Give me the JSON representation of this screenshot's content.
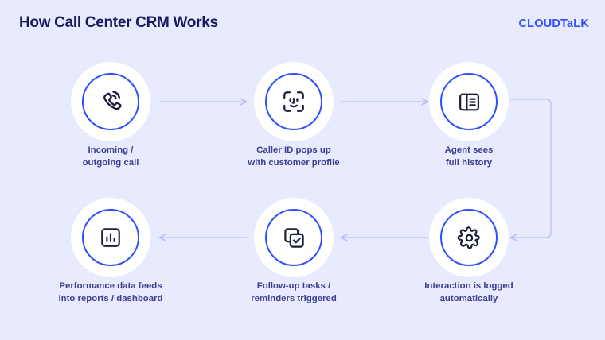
{
  "header": {
    "title": "How Call Center CRM Works",
    "logo_main": "CLOUDT",
    "logo_a": "a",
    "logo_end": "LK",
    "logo_full": "CLOUDTaLK"
  },
  "colors": {
    "background": "#e8eafd",
    "title": "#151b5e",
    "brand_blue": "#2f4fff",
    "icon_navy": "#1b1f3b",
    "caption": "#3a3f93",
    "connector": "#b9c0f2",
    "disc": "#ffffff"
  },
  "diagram": {
    "type": "cycle-flow",
    "direction_top": "left-to-right",
    "direction_bottom": "right-to-left",
    "steps": [
      {
        "index": 1,
        "icon": "phone-call-icon",
        "line1": "Incoming /",
        "line2": "outgoing call"
      },
      {
        "index": 2,
        "icon": "face-id-icon",
        "line1": "Caller ID pops up",
        "line2": "with customer profile"
      },
      {
        "index": 3,
        "icon": "history-book-icon",
        "line1": "Agent sees",
        "line2": "full history"
      },
      {
        "index": 4,
        "icon": "gear-icon",
        "line1": "Interaction is logged",
        "line2": "automatically"
      },
      {
        "index": 5,
        "icon": "task-check-icon",
        "line1": "Follow-up tasks /",
        "line2": "reminders triggered"
      },
      {
        "index": 6,
        "icon": "bar-chart-icon",
        "line1": "Performance data feeds",
        "line2": "into reports / dashboard"
      }
    ],
    "connectors": [
      {
        "name": "arrow-step1-to-step2",
        "shape": "straight",
        "points": "right"
      },
      {
        "name": "arrow-step2-to-step3",
        "shape": "straight",
        "points": "right"
      },
      {
        "name": "arrow-step3-to-step4",
        "shape": "elbow",
        "points": "left"
      },
      {
        "name": "arrow-step4-to-step5",
        "shape": "straight",
        "points": "left"
      },
      {
        "name": "arrow-step5-to-step6",
        "shape": "straight",
        "points": "left"
      }
    ]
  }
}
